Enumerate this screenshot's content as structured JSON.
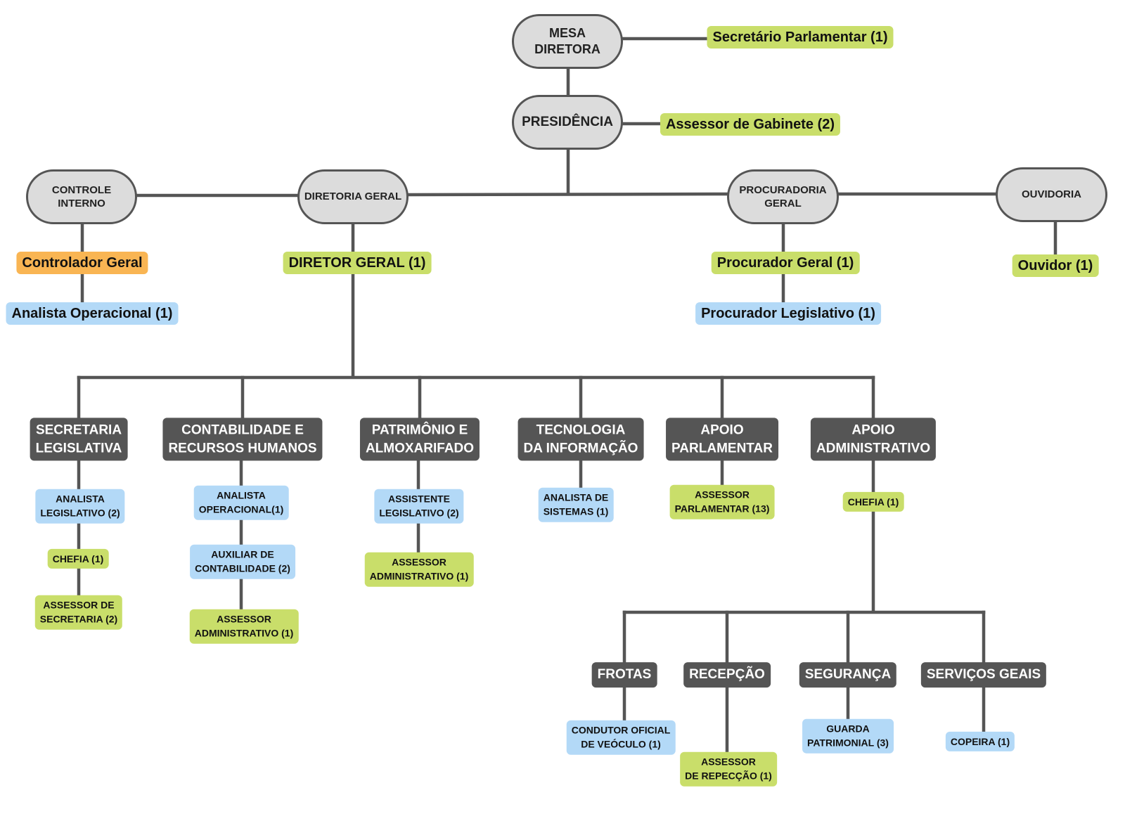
{
  "top": {
    "mesa": "MESA\nDIRETORA",
    "presidencia": "PRESIDÊNCIA",
    "secretario": "Secretário Parlamentar (1)",
    "assessor_gabinete": "Assessor de Gabinete (2)"
  },
  "controle": {
    "title": "CONTROLE\nINTERNO",
    "controlador": "Controlador Geral",
    "analista": "Analista Operacional (1)"
  },
  "diretoria": {
    "title": "DIRETORIA GERAL",
    "diretor": "DIRETOR GERAL (1)"
  },
  "procuradoria": {
    "title": "PROCURADORIA\nGERAL",
    "procurador_geral": "Procurador Geral (1)",
    "procurador_legislativo": "Procurador Legislativo (1)"
  },
  "ouvidoria": {
    "title": "OUVIDORIA",
    "ouvidor": "Ouvidor (1)"
  },
  "depts": {
    "secretaria": {
      "title": "SECRETARIA\nLEGISLATIVA",
      "items": [
        "ANALISTA\nLEGISLATIVO (2)",
        "CHEFIA (1)",
        "ASSESSOR DE\nSECRETARIA (2)"
      ]
    },
    "contabilidade": {
      "title": "CONTABILIDADE E\nRECURSOS HUMANOS",
      "items": [
        "ANALISTA\nOPERACIONAL(1)",
        "AUXILIAR DE\nCONTABILIDADE (2)",
        "ASSESSOR\nADMINISTRATIVO (1)"
      ]
    },
    "patrimonio": {
      "title": "PATRIMÔNIO E\nALMOXARIFADO",
      "items": [
        "ASSISTENTE\nLEGISLATIVO (2)",
        "ASSESSOR\nADMINISTRATIVO (1)"
      ]
    },
    "tecnologia": {
      "title": "TECNOLOGIA\nDA INFORMAÇÃO",
      "items": [
        "ANALISTA DE\nSISTEMAS (1)"
      ]
    },
    "apoio_parlamentar": {
      "title": "APOIO\nPARLAMENTAR",
      "items": [
        "ASSESSOR\nPARLAMENTAR (13)"
      ]
    },
    "apoio_administrativo": {
      "title": "APOIO\nADMINISTRATIVO",
      "items": [
        "CHEFIA (1)"
      ]
    }
  },
  "subdepts": {
    "frotas": {
      "title": "FROTAS",
      "item": "CONDUTOR OFICIAL\nDE VEÓCULO (1)"
    },
    "recepcao": {
      "title": "RECEPÇÃO",
      "item": "ASSESSOR\nDE REPECÇÃO (1)"
    },
    "seguranca": {
      "title": "SEGURANÇA",
      "item": "GUARDA\nPATRIMONIAL (3)"
    },
    "servicos": {
      "title": "SERVIÇOS GEAIS",
      "item": "COPEIRA (1)"
    }
  },
  "colors": {
    "line": "#555555",
    "oval_fill": "#dcdcdc",
    "green": "#c9de6a",
    "blue": "#b3d9f7",
    "orange": "#f9b553",
    "dept": "#555555"
  }
}
